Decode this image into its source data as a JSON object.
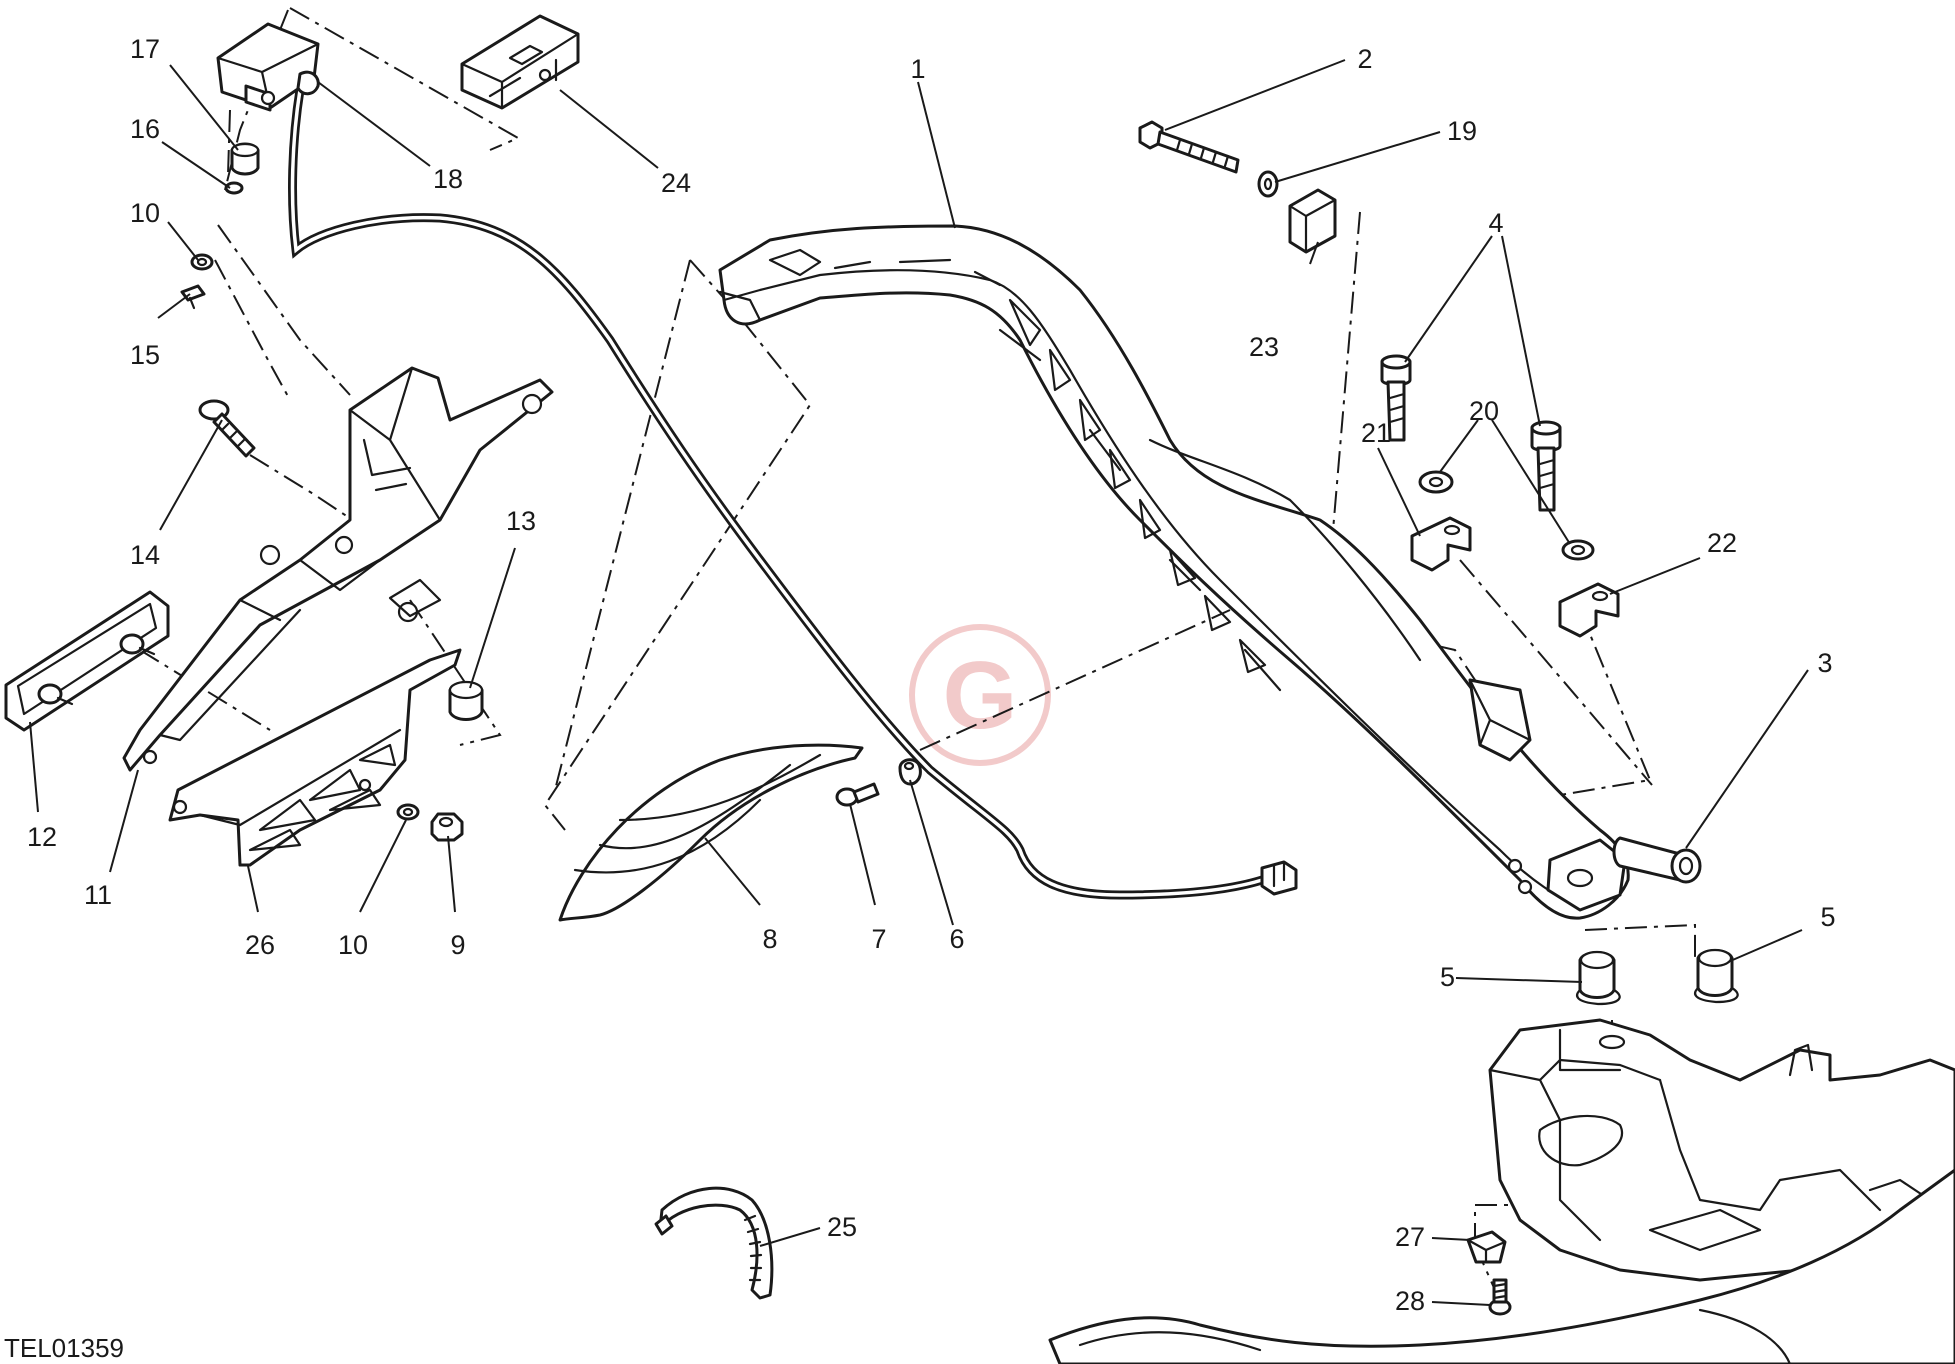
{
  "drawing_code": "TEL01359",
  "watermark": {
    "letter": "G",
    "color": "#e9a0a0"
  },
  "callouts": [
    {
      "id": "c1",
      "text": "1"
    },
    {
      "id": "c2",
      "text": "2"
    },
    {
      "id": "c3",
      "text": "3"
    },
    {
      "id": "c4",
      "text": "4"
    },
    {
      "id": "c5a",
      "text": "5"
    },
    {
      "id": "c5b",
      "text": "5"
    },
    {
      "id": "c6",
      "text": "6"
    },
    {
      "id": "c7",
      "text": "7"
    },
    {
      "id": "c8",
      "text": "8"
    },
    {
      "id": "c9",
      "text": "9"
    },
    {
      "id": "c10a",
      "text": "10"
    },
    {
      "id": "c10b",
      "text": "10"
    },
    {
      "id": "c11",
      "text": "11"
    },
    {
      "id": "c12",
      "text": "12"
    },
    {
      "id": "c13",
      "text": "13"
    },
    {
      "id": "c14",
      "text": "14"
    },
    {
      "id": "c15",
      "text": "15"
    },
    {
      "id": "c16",
      "text": "16"
    },
    {
      "id": "c17",
      "text": "17"
    },
    {
      "id": "c18",
      "text": "18"
    },
    {
      "id": "c19",
      "text": "19"
    },
    {
      "id": "c20",
      "text": "20"
    },
    {
      "id": "c21",
      "text": "21"
    },
    {
      "id": "c22",
      "text": "22"
    },
    {
      "id": "c23",
      "text": "23"
    },
    {
      "id": "c24",
      "text": "24"
    },
    {
      "id": "c25",
      "text": "25"
    },
    {
      "id": "c26",
      "text": "26"
    },
    {
      "id": "c27",
      "text": "27"
    },
    {
      "id": "c28",
      "text": "28"
    }
  ]
}
